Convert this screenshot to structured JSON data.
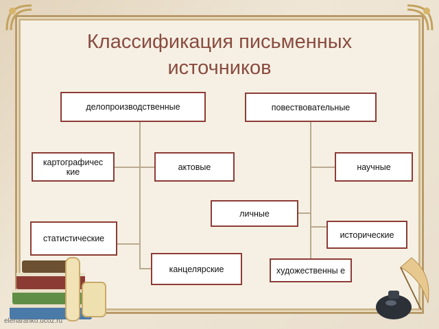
{
  "title": "Классификация письменных источников",
  "boxes": {
    "delo": "делопроизводственные",
    "povest": "повествовательные",
    "karto": "картографичес кие",
    "aktovye": "актовые",
    "nauchnye": "научные",
    "lichnye": "личные",
    "statist": "статистические",
    "istorich": "исторические",
    "kancel": "канцелярские",
    "hudozh": "художественны е"
  },
  "watermark": "elenaranko.ucoz.ru",
  "colors": {
    "border": "#8c3b34",
    "title": "#8a4b40",
    "frame": "#b89a6a"
  }
}
